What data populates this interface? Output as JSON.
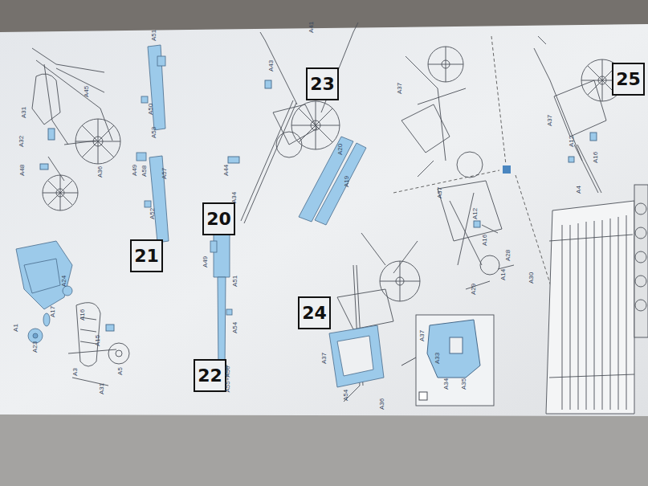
{
  "diagram": {
    "nodes": [
      {
        "text": [
          "20"
        ]
      },
      {
        "text": [
          "21"
        ]
      },
      {
        "text": [
          "22"
        ]
      },
      {
        "text": [
          "23"
        ]
      },
      {
        "text": [
          "24"
        ]
      },
      {
        "text": [
          "25"
        ]
      }
    ],
    "labels": [
      "A1",
      "A17",
      "A24",
      "A23",
      "A16",
      "A15",
      "A3",
      "A31",
      "A5",
      "A31",
      "A32",
      "A45",
      "A48",
      "A36",
      "A51",
      "A50",
      "A53",
      "A49",
      "A58",
      "A57",
      "A52",
      "A49",
      "A51",
      "A54",
      "A55+A56",
      "A41",
      "A43",
      "A44",
      "A34",
      "A20",
      "A19",
      "A37",
      "A54",
      "A36",
      "A37",
      "A33",
      "A34",
      "A35",
      "A37",
      "A37",
      "A12",
      "A16",
      "A28",
      "A14",
      "A30",
      "A29",
      "A37",
      "A12",
      "A16",
      "A4"
    ]
  }
}
